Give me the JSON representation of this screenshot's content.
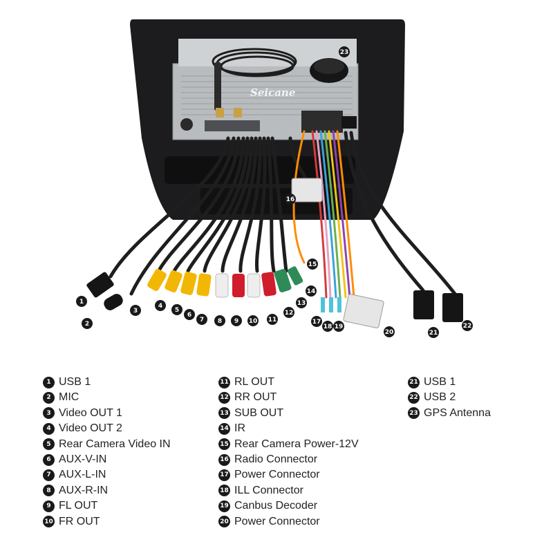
{
  "photo": {
    "brand_text": "Seicane",
    "colors": {
      "frame": "#1c1c1e",
      "unit": "#b9bcbf",
      "cable": "#1e1e1e",
      "rca_yellow": "#f2b705",
      "rca_red": "#cf1d2c",
      "rca_white": "#eeeeee",
      "rca_green": "#2e8b57",
      "connector": "#e6e6e6",
      "badge": "#1a1a1a"
    }
  },
  "legend": {
    "col1": [
      {
        "num": "1",
        "label": "USB 1"
      },
      {
        "num": "2",
        "label": "MIC"
      },
      {
        "num": "3",
        "label": "Video OUT 1"
      },
      {
        "num": "4",
        "label": "Video OUT 2"
      },
      {
        "num": "5",
        "label": "Rear Camera Video IN"
      },
      {
        "num": "6",
        "label": "AUX-V-IN"
      },
      {
        "num": "7",
        "label": "AUX-L-IN"
      },
      {
        "num": "8",
        "label": "AUX-R-IN"
      },
      {
        "num": "9",
        "label": "FL OUT"
      },
      {
        "num": "10",
        "label": "FR OUT"
      }
    ],
    "col2": [
      {
        "num": "11",
        "label": "RL OUT"
      },
      {
        "num": "12",
        "label": "RR OUT"
      },
      {
        "num": "13",
        "label": "SUB OUT"
      },
      {
        "num": "14",
        "label": "IR"
      },
      {
        "num": "15",
        "label": "Rear Camera Power-12V"
      },
      {
        "num": "16",
        "label": "Radio Connector"
      },
      {
        "num": "17",
        "label": "Power Connector"
      },
      {
        "num": "18",
        "label": "ILL Connector"
      },
      {
        "num": "19",
        "label": "Canbus Decoder"
      },
      {
        "num": "20",
        "label": "Power Connector"
      }
    ],
    "col3": [
      {
        "num": "21",
        "label": "USB 1"
      },
      {
        "num": "22",
        "label": "USB 2"
      },
      {
        "num": "23",
        "label": "GPS Antenna"
      }
    ]
  }
}
